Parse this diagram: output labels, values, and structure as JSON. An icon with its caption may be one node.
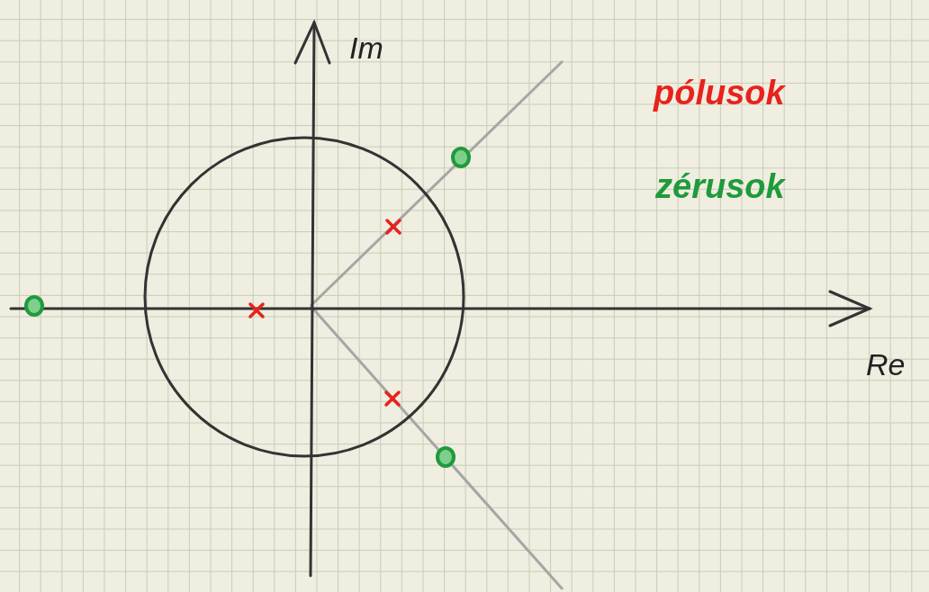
{
  "diagram": {
    "labels": [
      "Im",
      "Re"
    ],
    "legend": [
      {
        "text": "pólusok",
        "color": "#e8221c"
      },
      {
        "text": "zérusok",
        "color": "#1f9a3c"
      }
    ]
  }
}
